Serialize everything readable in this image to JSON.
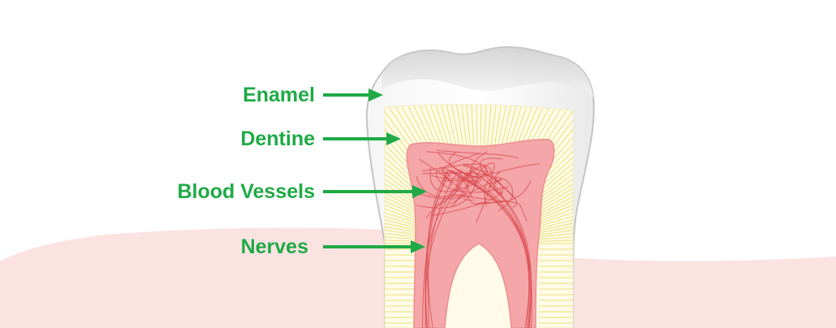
{
  "diagram": {
    "labels": [
      {
        "id": "enamel",
        "text": "Enamel"
      },
      {
        "id": "dentine",
        "text": "Dentine"
      },
      {
        "id": "blood-vessels",
        "text": "Blood Vessels"
      },
      {
        "id": "nerves",
        "text": "Nerves"
      }
    ]
  },
  "colors": {
    "label_green": "#1faa46",
    "gum_pink": "#fbe3e2",
    "dentine_cream": "#fffbe8",
    "dentine_lines": "#e8e07a",
    "pulp_pink": "#f19ea0",
    "vessel_red": "#d8474c",
    "enamel_gray": "#d7d7d7"
  }
}
